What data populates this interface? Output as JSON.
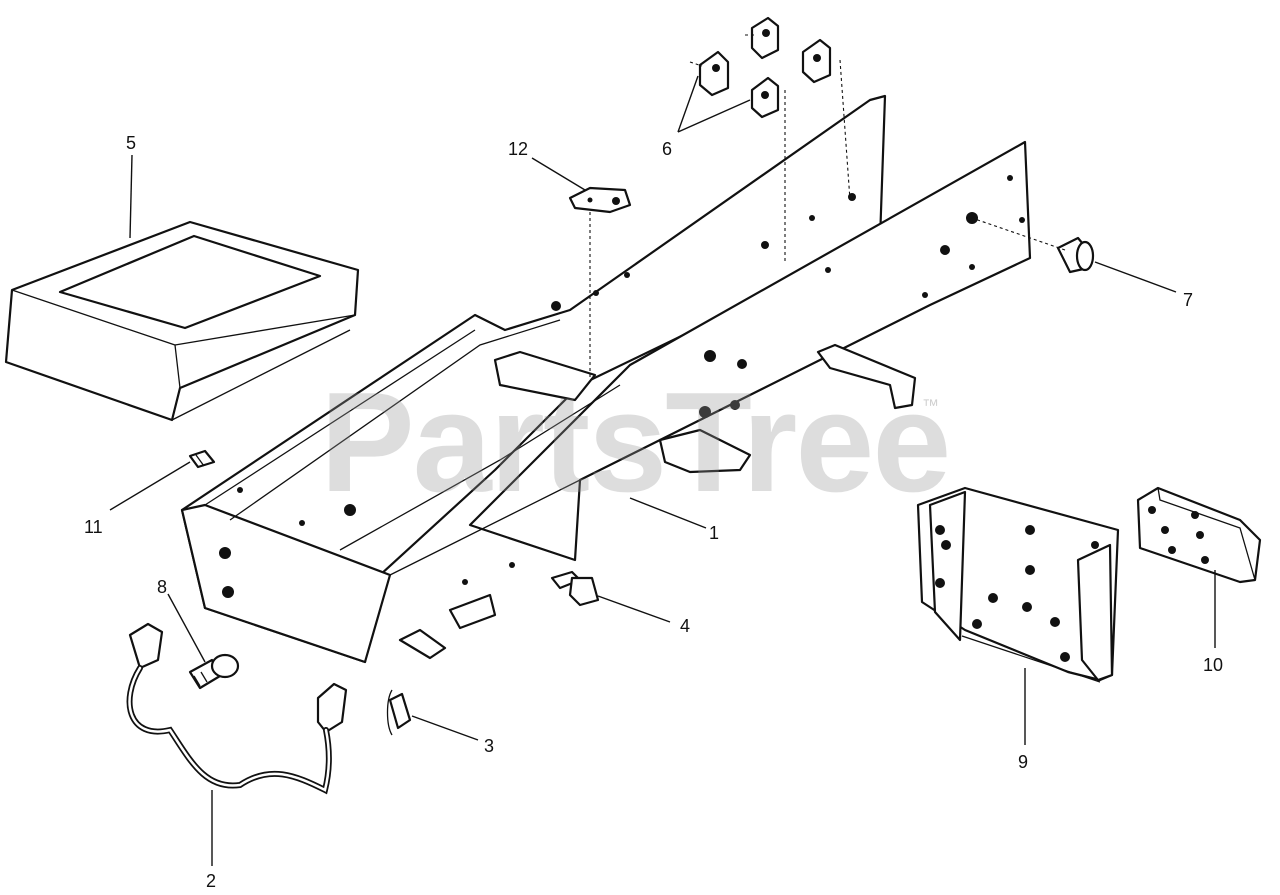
{
  "diagram": {
    "callouts": [
      "1",
      "2",
      "3",
      "4",
      "5",
      "6",
      "7",
      "8",
      "9",
      "10",
      "11",
      "12"
    ],
    "watermark": {
      "text": "PartsTree",
      "trademark": "™"
    }
  },
  "colors": {
    "line": "#111111",
    "watermark": "#969696"
  }
}
